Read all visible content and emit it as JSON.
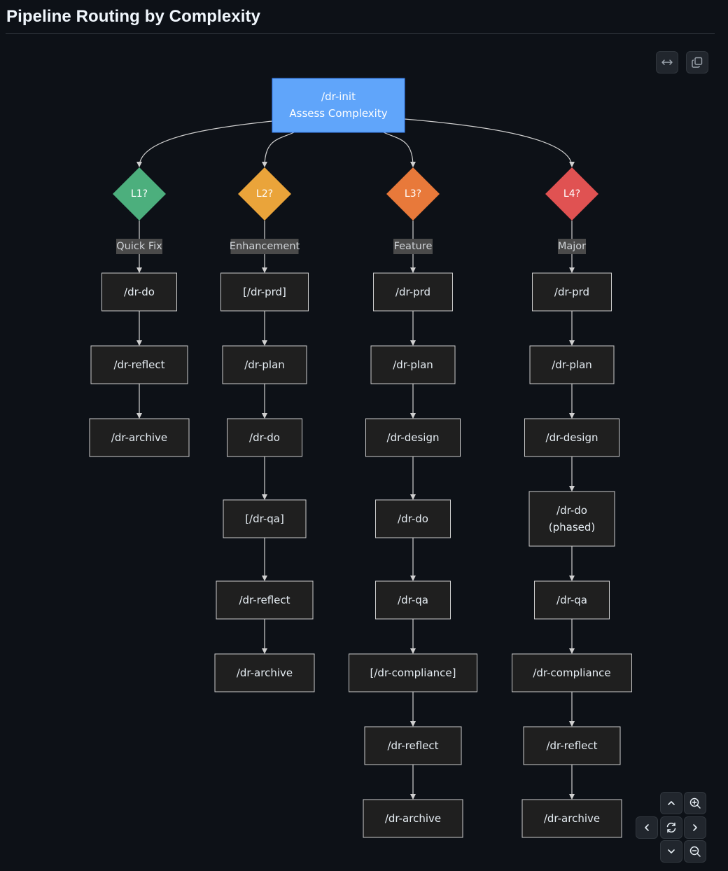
{
  "page": {
    "title": "Pipeline Routing by Complexity"
  },
  "icons": {
    "expand": "horizontal-arrows-icon",
    "copy": "copy-icon",
    "pan_up": "chevron-up-icon",
    "pan_down": "chevron-down-icon",
    "pan_left": "chevron-left-icon",
    "pan_right": "chevron-right-icon",
    "reset": "reset-icon",
    "zoom_in": "zoom-in-icon",
    "zoom_out": "zoom-out-icon"
  },
  "colors": {
    "root_fill": "#60a5fa",
    "l1_fill": "#4caf7d",
    "l2_fill": "#eaa43a",
    "l3_fill": "#e8793a",
    "l4_fill": "#e05252",
    "node_fill": "#1f1f1f",
    "node_stroke": "#cccccc",
    "edge": "#d0d0d0",
    "label_bg": "#4a4a4a"
  },
  "diagram": {
    "root": {
      "line1": "/dr-init",
      "line2": "Assess Complexity"
    },
    "branches": [
      {
        "decision": "L1?",
        "edge_label": "Quick Fix",
        "steps": [
          "/dr-do",
          "/dr-reflect",
          "/dr-archive"
        ]
      },
      {
        "decision": "L2?",
        "edge_label": "Enhancement",
        "steps": [
          "[/dr-prd]",
          "/dr-plan",
          "/dr-do",
          "[/dr-qa]",
          "/dr-reflect",
          "/dr-archive"
        ]
      },
      {
        "decision": "L3?",
        "edge_label": "Feature",
        "steps": [
          "/dr-prd",
          "/dr-plan",
          "/dr-design",
          "/dr-do",
          "/dr-qa",
          "[/dr-compliance]",
          "/dr-reflect",
          "/dr-archive"
        ]
      },
      {
        "decision": "L4?",
        "edge_label": "Major",
        "steps": [
          "/dr-prd",
          "/dr-plan",
          "/dr-design",
          "/dr-do\n(phased)",
          "/dr-qa",
          "/dr-compliance",
          "/dr-reflect",
          "/dr-archive"
        ]
      }
    ]
  }
}
